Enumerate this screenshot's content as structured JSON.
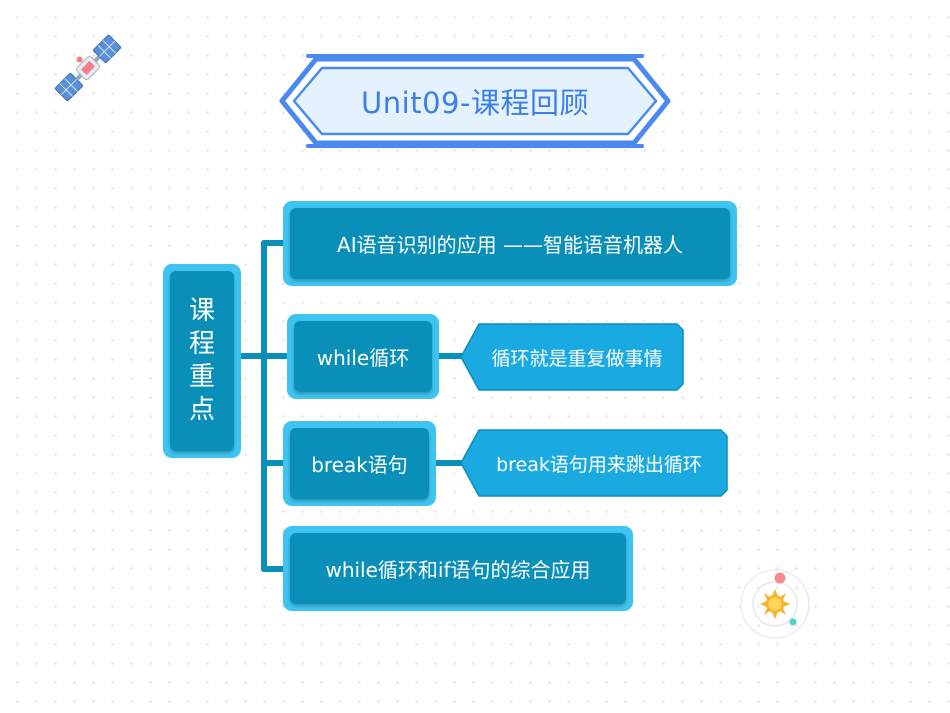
{
  "title": "Unit09-课程回顾",
  "root": {
    "chars": [
      "课",
      "程",
      "重",
      "点"
    ]
  },
  "branches": [
    {
      "label": "AI语音识别的应用 ——智能语音机器人",
      "detail": ""
    },
    {
      "label": "while循环",
      "detail": "循环就是重复做事情"
    },
    {
      "label": "break语句",
      "detail": "break语句用来跳出循环"
    },
    {
      "label": "while循环和if语句的综合应用",
      "detail": ""
    }
  ],
  "colors": {
    "title_text": "#3d7fe8",
    "title_border": "#4a8af0",
    "title_fill": "#e4f1ff",
    "box_outer": "#3fc4f0",
    "box_inner": "#0a8fb8",
    "tag_fill": "#1aa9e1",
    "connector": "#0a8fb8"
  },
  "icons": [
    "satellite-icon",
    "solar-system-icon"
  ]
}
